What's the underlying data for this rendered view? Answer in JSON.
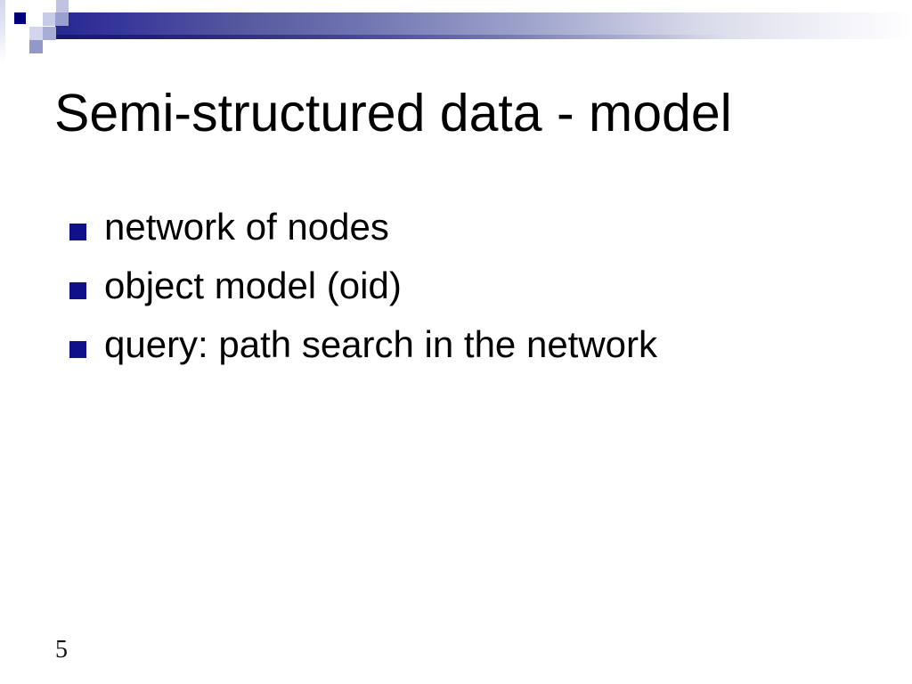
{
  "slide": {
    "title": "Semi-structured data - model",
    "bullets": [
      "network of nodes",
      "object model (oid)",
      "query: path search in the network"
    ],
    "page_number": "5"
  },
  "colors": {
    "accent_navy": "#00007c",
    "bullet_navy": "#10108a",
    "bar_gradient_start": "#272790",
    "bar_gradient_end": "#ffffff",
    "light_lavender": "#c9cce9",
    "medium_lavender": "#9ba1cf",
    "text": "#000000",
    "background": "#ffffff"
  }
}
